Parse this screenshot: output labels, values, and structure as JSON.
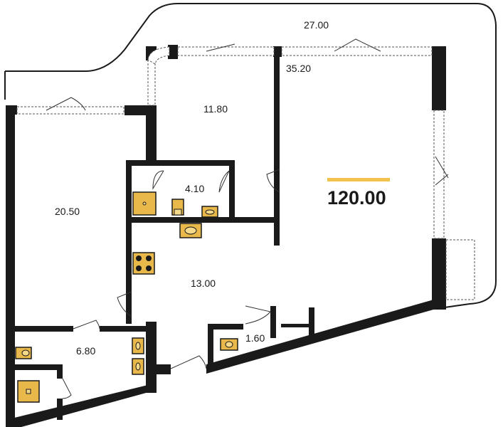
{
  "plan": {
    "total_area": "120.00",
    "accent_color": "#f2c14e",
    "rooms": [
      {
        "id": "terrace",
        "label": "27.00"
      },
      {
        "id": "living",
        "label": "35.20"
      },
      {
        "id": "bedroom-top",
        "label": "11.80"
      },
      {
        "id": "bathroom-top",
        "label": "4.10"
      },
      {
        "id": "bedroom-left",
        "label": "20.50"
      },
      {
        "id": "hall",
        "label": "13.00"
      },
      {
        "id": "bathroom-bottom",
        "label": "6.80"
      },
      {
        "id": "wc",
        "label": "1.60"
      }
    ]
  }
}
